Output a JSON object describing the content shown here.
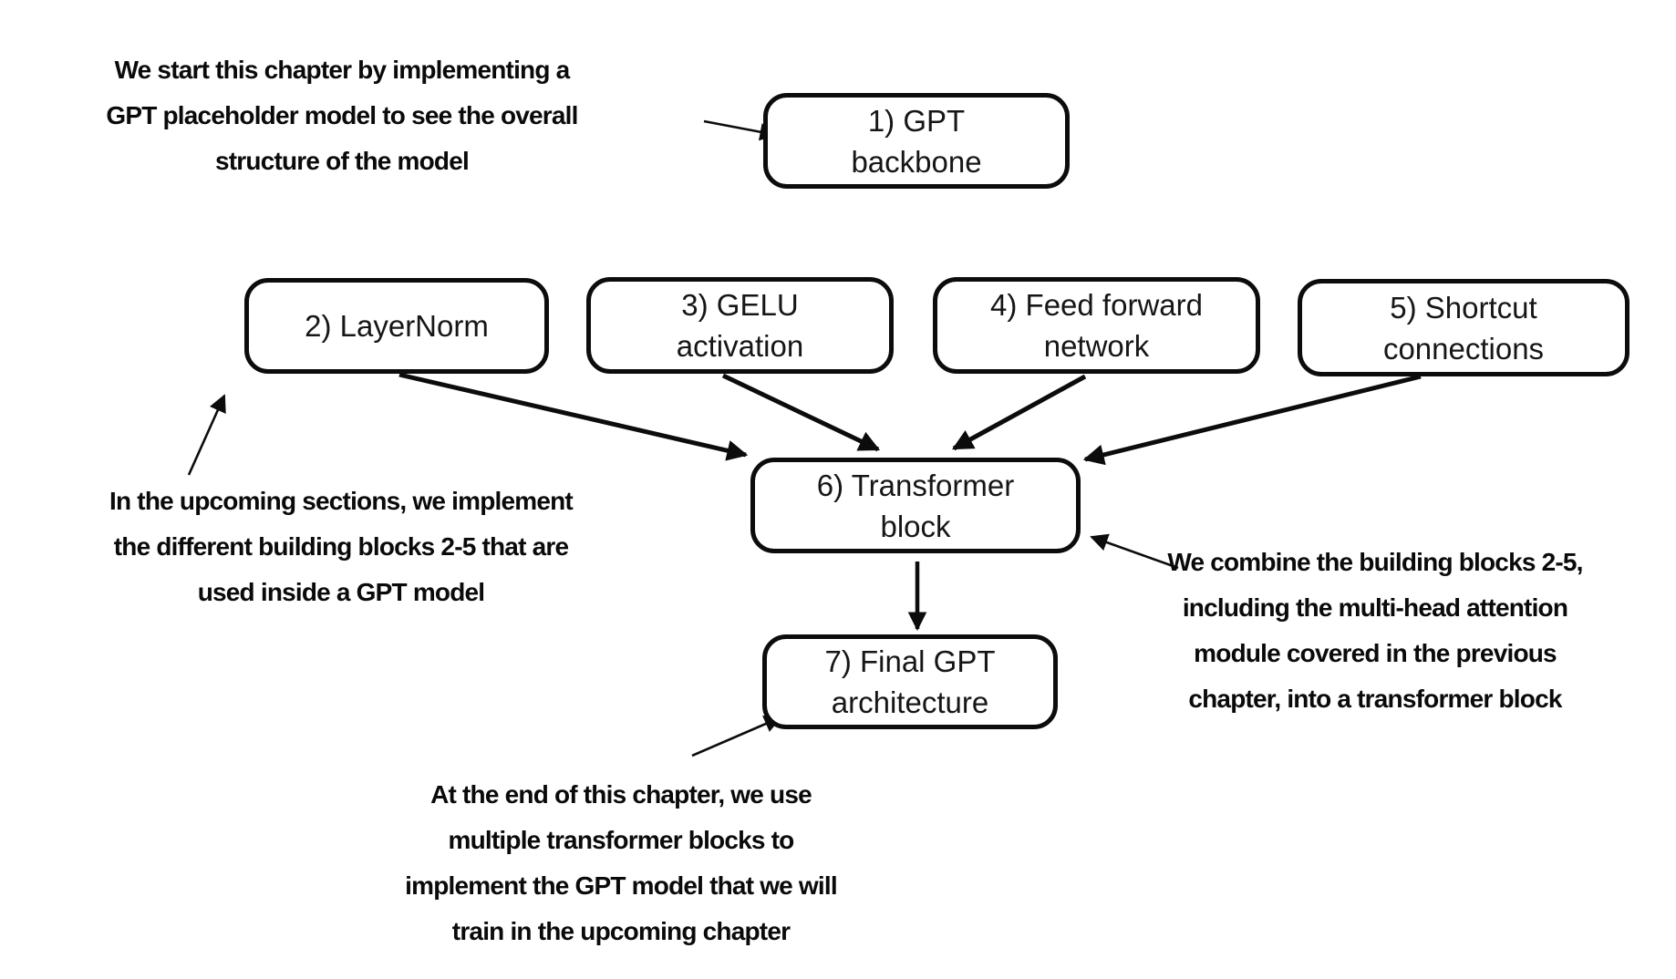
{
  "canvas": {
    "background": "#ffffff",
    "ink": "#0c0c0c"
  },
  "nodes": [
    {
      "id": "gpt-backbone",
      "label": "1) GPT\nbackbone"
    },
    {
      "id": "layernorm",
      "label": "2) LayerNorm"
    },
    {
      "id": "gelu-activation",
      "label": "3) GELU\nactivation"
    },
    {
      "id": "feed-forward-network",
      "label": "4) Feed forward\nnetwork"
    },
    {
      "id": "shortcut-connections",
      "label": "5) Shortcut\nconnections"
    },
    {
      "id": "transformer-block",
      "label": "6) Transformer\nblock"
    },
    {
      "id": "final-gpt-architecture",
      "label": "7) Final GPT\narchitecture"
    }
  ],
  "annotations": [
    {
      "id": "note-gpt-backbone",
      "text": "We start this chapter by implementing a\nGPT placeholder model to see the overall\nstructure of the model"
    },
    {
      "id": "note-building-blocks",
      "text": "In the upcoming sections, we implement\nthe different building blocks 2-5 that are\nused inside a GPT model"
    },
    {
      "id": "note-combine-blocks",
      "text": "We combine the building blocks 2-5,\nincluding the multi-head attention\nmodule covered in the previous\nchapter, into a transformer block"
    },
    {
      "id": "note-final-gpt",
      "text": "At the end of this chapter, we use\nmultiple transformer blocks to\nimplement the GPT model that we will\ntrain in the upcoming chapter"
    }
  ]
}
